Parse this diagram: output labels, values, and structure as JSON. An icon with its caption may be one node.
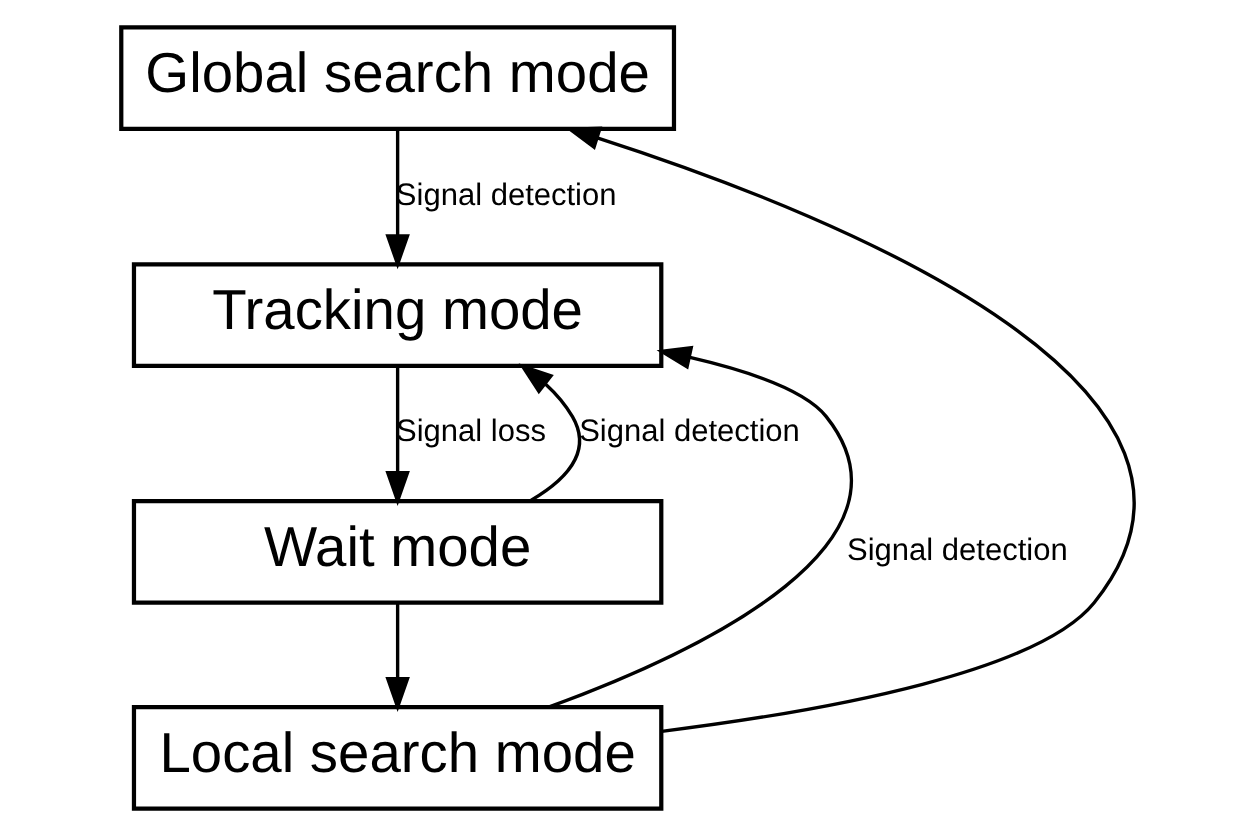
{
  "diagram": {
    "nodes": [
      {
        "text": [
          "Global search mode"
        ]
      },
      {
        "text": [
          "Tracking mode"
        ]
      },
      {
        "text": [
          "Wait mode"
        ]
      },
      {
        "text": [
          "Local search mode"
        ]
      }
    ],
    "edges": [
      {
        "from": 0,
        "to": 1,
        "arrow": "to",
        "label": "Signal detection"
      },
      {
        "from": 1,
        "to": 2,
        "arrow": "to",
        "label": "Signal loss"
      },
      {
        "from": 2,
        "to": 1,
        "arrow": "to",
        "label": "Signal detection"
      },
      {
        "from": 2,
        "to": 3,
        "arrow": "to"
      },
      {
        "from": 3,
        "to": 1,
        "arrow": "to",
        "label": "Signal detection"
      },
      {
        "from": 3,
        "to": 0,
        "arrow": "to"
      }
    ]
  }
}
